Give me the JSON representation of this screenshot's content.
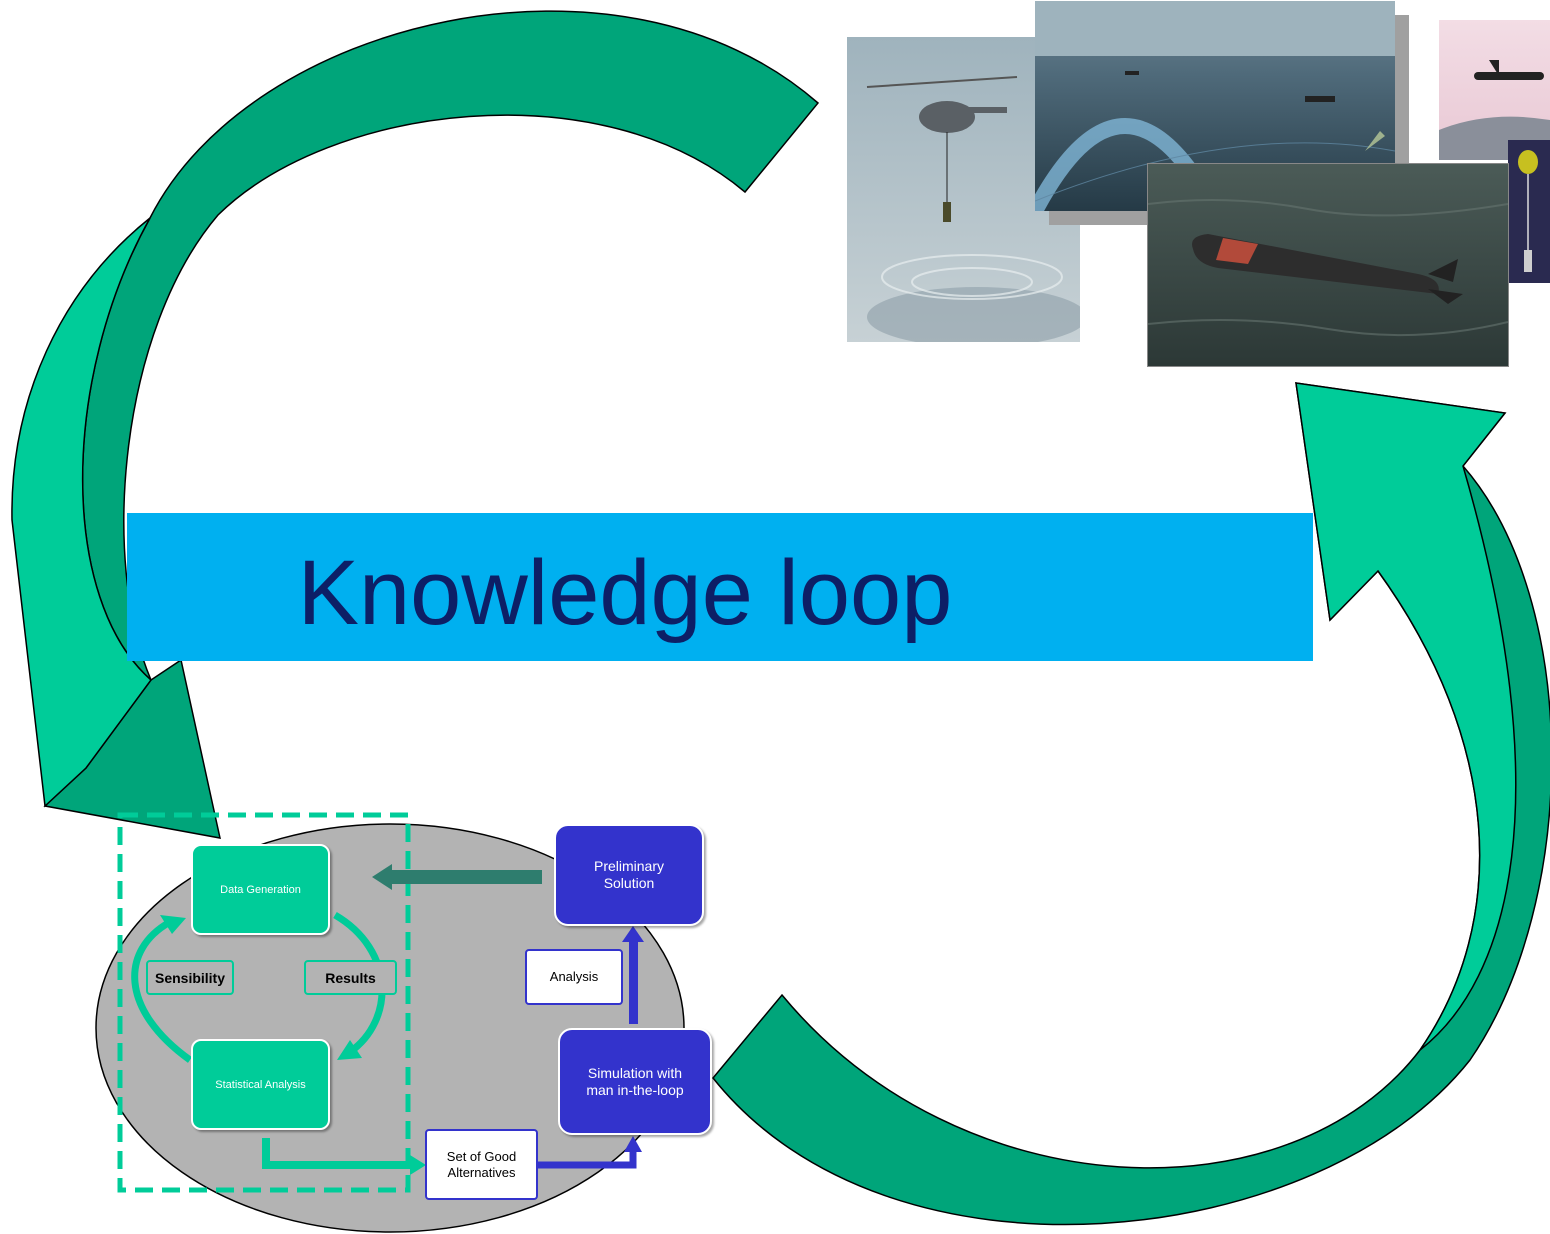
{
  "title": "Knowledge loop",
  "colors": {
    "loop_arrow_dark": "#00a57a",
    "loop_arrow_light": "#00cc99",
    "title_band": "#00b0f0",
    "title_text": "#0d1f66",
    "process_blue": "#3333cc",
    "process_green": "#00cc99",
    "ellipse": "#b3b3b3"
  },
  "photos": [
    {
      "name": "helicopter-sonar-photo"
    },
    {
      "name": "sea-radar-coverage-photo"
    },
    {
      "name": "aircraft-buoy-photo"
    },
    {
      "name": "torpedo-photo"
    },
    {
      "name": "sonobuoy-photo"
    }
  ],
  "process": {
    "data_generation": "Data Generation",
    "statistical_analysis": "Statistical Analysis",
    "sensibility": "Sensibility",
    "results": "Results",
    "analysis": "Analysis",
    "preliminary_solution_line1": "Preliminary",
    "preliminary_solution_line2": "Solution",
    "simulation_line1": "Simulation with",
    "simulation_line2": "man in-the-loop",
    "alternatives_line1": "Set of Good",
    "alternatives_line2": "Alternatives"
  }
}
